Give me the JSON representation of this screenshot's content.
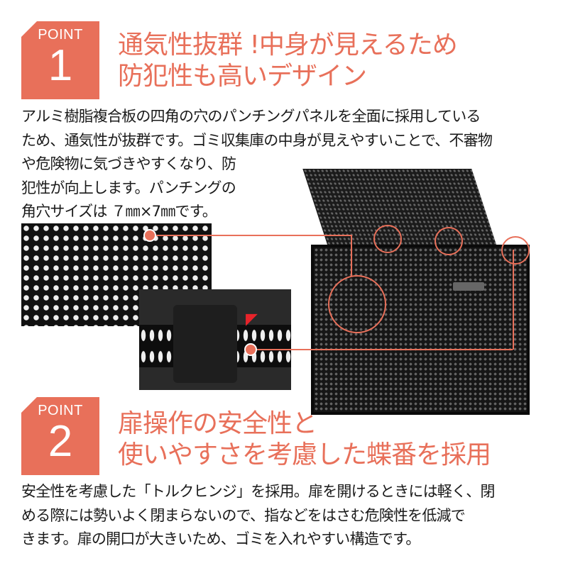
{
  "point1": {
    "badge_label": "POINT",
    "badge_number": "1",
    "headline": [
      "通気性抜群 !中身が見えるため",
      "防犯性も高いデザイン"
    ],
    "body": [
      "アルミ樹脂複合板の四角の穴のパンチングパネルを全面に採用している",
      "ため、通気性が抜群です。ゴミ収集庫の中身が見えやすいことで、不審物",
      "や危険物に気づきやすくなり、防",
      "犯性が向上します。パンチングの",
      "角穴サイズは ７㎜×7㎜です。"
    ]
  },
  "point2": {
    "badge_label": "POINT",
    "badge_number": "2",
    "headline": [
      "扉操作の安全性と",
      "使いやすさを考慮した蝶番を採用"
    ],
    "body": [
      "安全性を考慮した「トルクヒンジ」を採用。扉を開けるときには軽く、閉",
      "める際には勢いよく閉まらないので、指などをはさむ危険性を低減で",
      "きます。扉の開口が大きいため、ゴミを入れやすい構造です。"
    ]
  },
  "colors": {
    "accent": "#e8705a"
  }
}
